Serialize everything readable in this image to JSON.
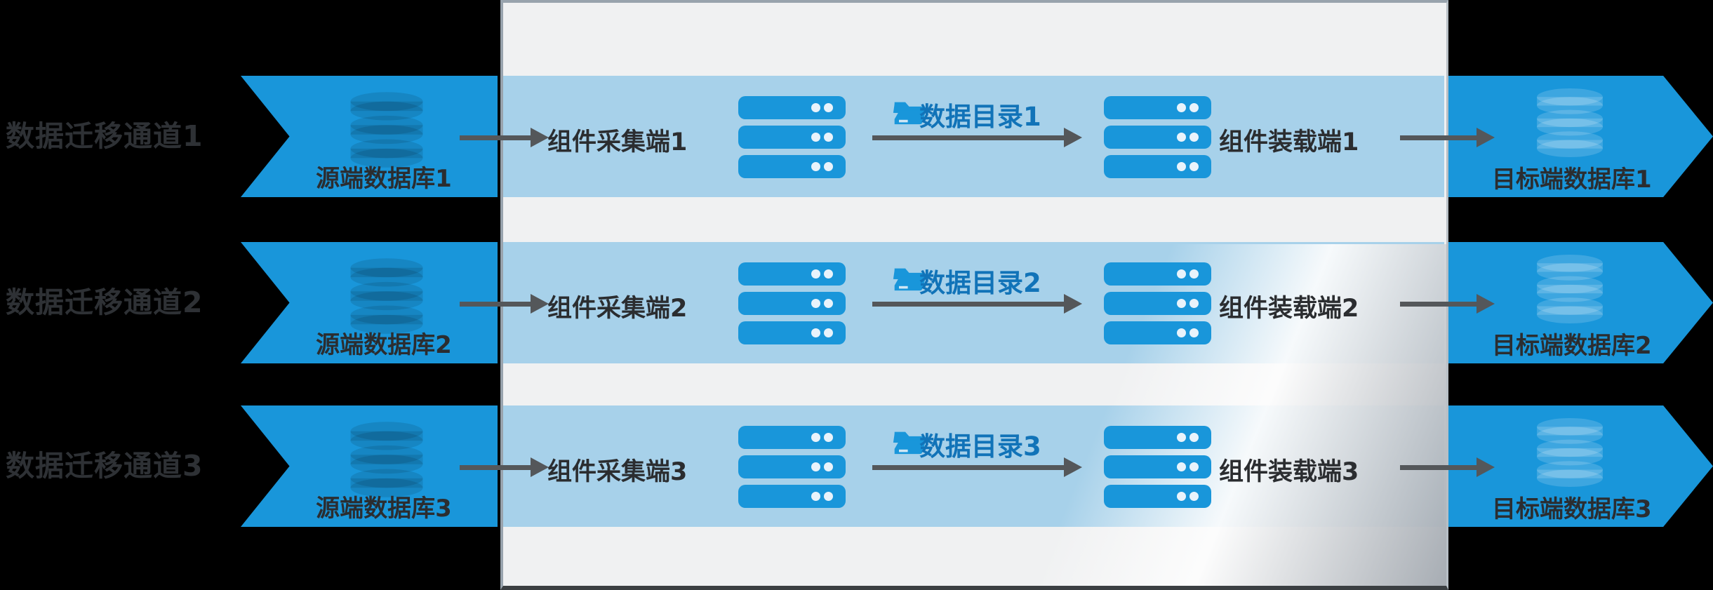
{
  "diagram_type": "data-migration-architecture",
  "colors": {
    "background": "#000000",
    "arrow_blue": "#1996da",
    "band_blue": "#a7d1ea",
    "panel_gray": "#f0f1f2",
    "panel_border_slate": "#98a3ad",
    "panel_border_bottom": "#3b3f42",
    "dark_text": "#2b2d30",
    "channel_label_text": "#2e3135",
    "catalog_text": "#1173b8",
    "connector_gray": "#54575a"
  },
  "icons": {
    "source_icon": "database-cylinder-icon",
    "target_icon": "database-cylinder-icon",
    "server_icon": "server-stack-icon",
    "catalog_icon": "open-folder-icon",
    "connector_icon": "arrow-right-icon"
  },
  "rows": [
    {
      "channel_label": "数据迁移通道1",
      "source_label": "源端数据库1",
      "collector_label": "组件采集端1",
      "catalog_label": "数据目录1",
      "loader_label": "组件装载端1",
      "target_label": "目标端数据库1"
    },
    {
      "channel_label": "数据迁移通道2",
      "source_label": "源端数据库2",
      "collector_label": "组件采集端2",
      "catalog_label": "数据目录2",
      "loader_label": "组件装载端2",
      "target_label": "目标端数据库2"
    },
    {
      "channel_label": "数据迁移通道3",
      "source_label": "源端数据库3",
      "collector_label": "组件采集端3",
      "catalog_label": "数据目录3",
      "loader_label": "组件装载端3",
      "target_label": "目标端数据库3"
    }
  ]
}
